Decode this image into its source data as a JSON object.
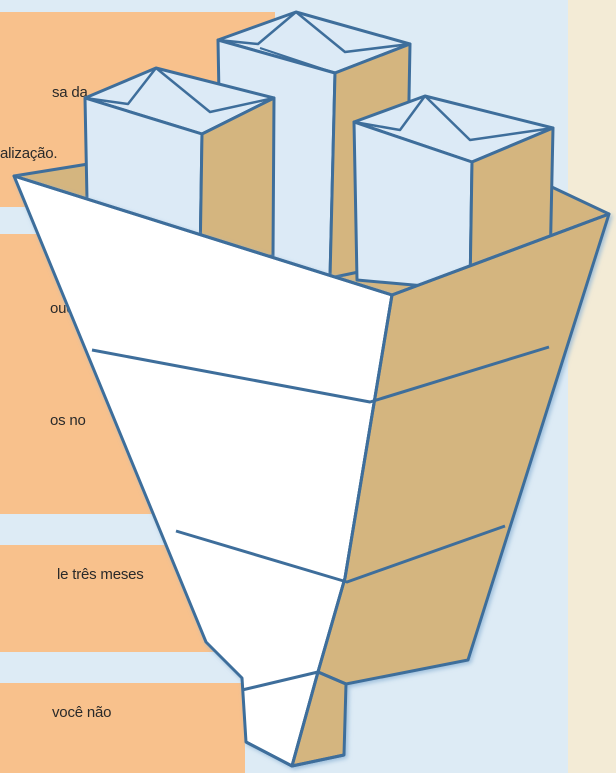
{
  "cards": [
    {
      "lines": [
        "sa da",
        "alização."
      ]
    },
    {
      "lines": [
        "ouca",
        "os no"
      ]
    },
    {
      "lines": [
        "le três meses"
      ]
    },
    {
      "lines": [
        "você não"
      ]
    }
  ],
  "colors": {
    "background": "#DDEBF5",
    "card": "#F8C18C",
    "side_panel": "#F3EBD6",
    "outline": "#3E6E9B",
    "box_face": "#DCEAF6",
    "box_side": "#D4B57F"
  },
  "icons": [
    "funnel-icon",
    "mail-box-icon"
  ]
}
